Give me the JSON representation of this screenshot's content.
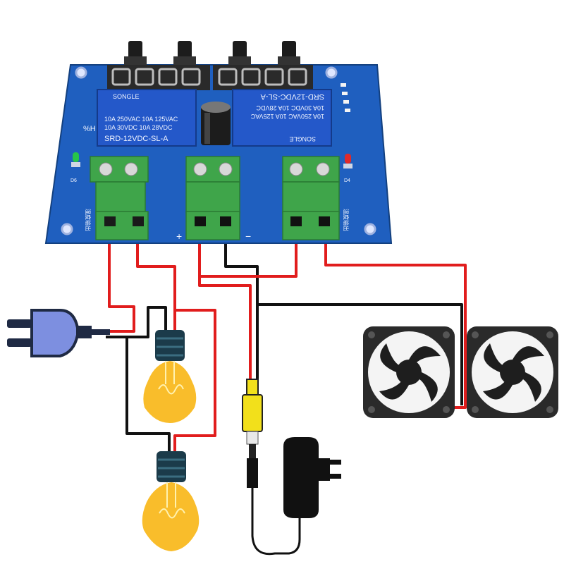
{
  "board": {
    "relay_left": {
      "brand": "SONGLE",
      "spec1": "10A 250VAC  10A 125VAC",
      "spec2": "10A 30VDC  10A 28VDC",
      "model": "SRD-12VDC-SL-A"
    },
    "relay_right": {
      "brand": "SONGLE",
      "spec1": "10A 250VAC  10A 125VAC",
      "spec2": "10A 30VDC  10A 28VDC",
      "model": "SRD-12VDC-SL-A"
    },
    "humidity_label": "%H",
    "plus_label": "+",
    "minus_label": "−",
    "led_left_label": "D6",
    "led_right_label": "D4",
    "left_side_label": "湿度输出",
    "right_side_label": "温度输出"
  },
  "colors": {
    "board": "#1f5fbf",
    "terminal": "#3fa54a",
    "relay": "#2458c9",
    "wire_red": "#e11d1d",
    "wire_black": "#111111",
    "bulb": "#f9bd2b",
    "plug": "#7d8fe0",
    "rca": "#f2e01b",
    "fan": "#2a2a2a"
  },
  "icons": [
    "power-plug-icon",
    "light-bulb-icon",
    "fan-icon",
    "power-adapter-icon",
    "rca-connector-icon"
  ]
}
